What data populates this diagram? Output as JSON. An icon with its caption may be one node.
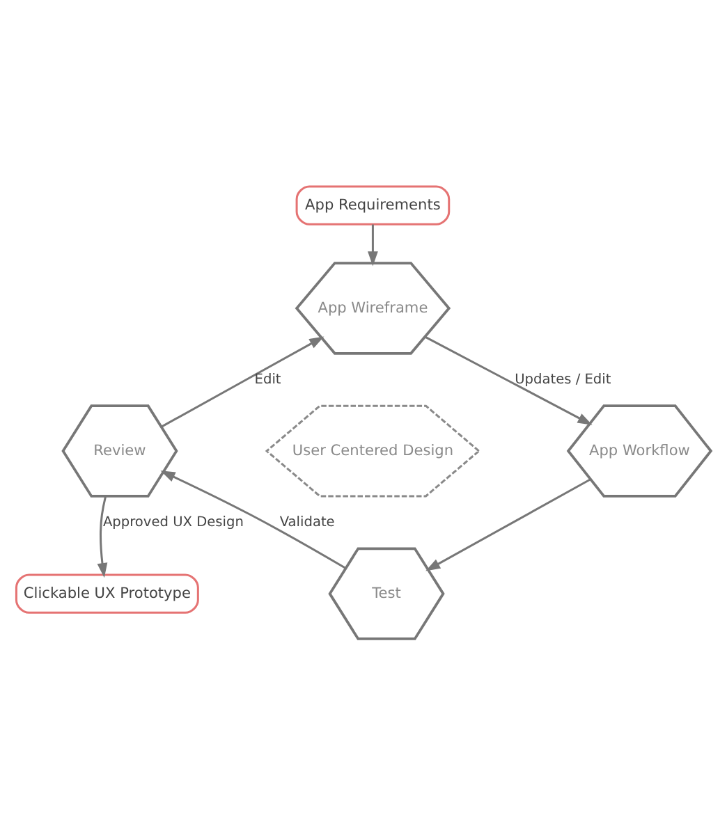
{
  "diagram": {
    "nodes": [
      {
        "text": [
          "App Requirements"
        ]
      },
      {
        "text": [
          "App Wireframe"
        ]
      },
      {
        "text": [
          "App Workflow"
        ]
      },
      {
        "text": [
          "Test"
        ]
      },
      {
        "text": [
          "Review"
        ]
      },
      {
        "text": [
          "User Centered Design"
        ]
      },
      {
        "text": [
          "Clickable UX Prototype"
        ]
      }
    ],
    "edges": [
      {
        "from": 0,
        "to": 1,
        "arrow": "to"
      },
      {
        "from": 1,
        "to": 2,
        "arrow": "to",
        "label": "Updates / Edit"
      },
      {
        "from": 2,
        "to": 3,
        "arrow": "to"
      },
      {
        "from": 3,
        "to": 4,
        "arrow": "to",
        "label": "Validate"
      },
      {
        "from": 4,
        "to": 1,
        "arrow": "to",
        "label": "Edit"
      },
      {
        "from": 4,
        "to": 6,
        "arrow": "to",
        "label": "Approved UX Design"
      }
    ]
  }
}
